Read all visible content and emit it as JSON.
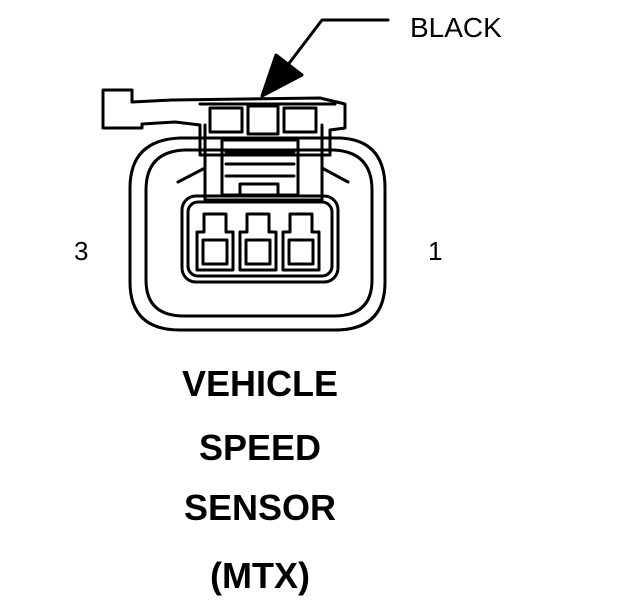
{
  "diagram": {
    "wire_color_label": "BLACK",
    "pin_left_label": "3",
    "pin_right_label": "1",
    "title_lines": [
      "VEHICLE",
      "SPEED",
      "SENSOR",
      "(MTX)"
    ]
  },
  "colors": {
    "stroke": "#000000",
    "background": "#ffffff"
  }
}
